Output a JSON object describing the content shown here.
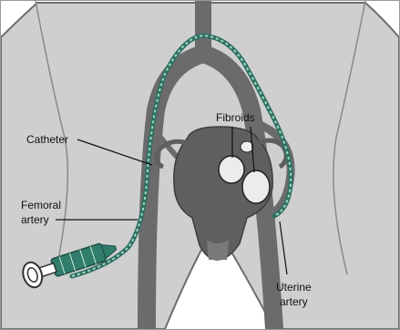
{
  "labels": {
    "fibroids": "Fibroids",
    "catheter": "Catheter",
    "femoral_artery": [
      "Femoral",
      "artery"
    ],
    "uterine_artery": [
      "Uterine",
      "artery"
    ]
  },
  "colors": {
    "background": "#ffffff",
    "body": "#cfcfcf",
    "body_outline": "#6d6d6d",
    "artery": "#6b6b6b",
    "uterus": "#5f5f5f",
    "fibroid": "#ececec",
    "catheter": "#3e9a86",
    "syringe": "#2f7d6a"
  },
  "icons": [
    "syringe-icon"
  ]
}
